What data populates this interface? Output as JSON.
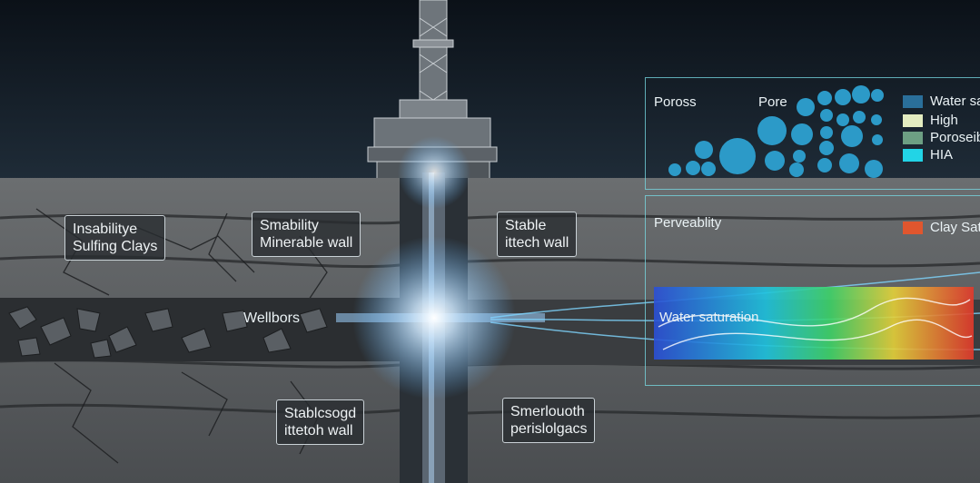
{
  "callouts": {
    "left_top": [
      "Insabilitye",
      "Sulfing Clays"
    ],
    "center_left": [
      "Smability",
      "Minerable wall"
    ],
    "center_right": [
      "Stable",
      "ittech wall"
    ],
    "wellbore": "Wellbors",
    "bottom_left": [
      "Stablcsogd",
      "ittetoh wall"
    ],
    "bottom_right": [
      "Smerlouoth",
      "perislolgacs"
    ]
  },
  "top_panel": {
    "label_left": "Poross",
    "label_pore": "Pore",
    "legend": [
      {
        "label": "Water sa",
        "color": "#2a6f9a"
      },
      {
        "label": "High",
        "color": "#e3ecc0"
      },
      {
        "label": "Poroseib",
        "color": "#6d9f83"
      },
      {
        "label": "HIA",
        "color": "#22d4e6"
      }
    ]
  },
  "bottom_panel": {
    "label": "Perveablity",
    "legend": [
      {
        "label": "Clay Sat",
        "color": "#e0562e"
      }
    ],
    "gradient_label": "Water saturation"
  }
}
